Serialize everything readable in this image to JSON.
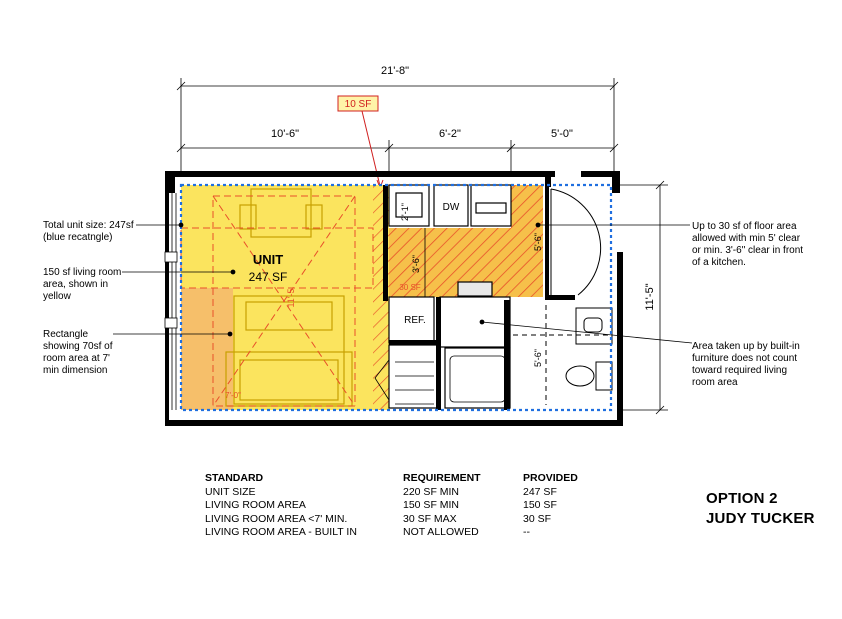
{
  "dimensions": {
    "overall": "21'-8\"",
    "living_width": "10'-6\"",
    "kitchen_width": "6'-2\"",
    "bath_width": "5'-0\"",
    "unit_depth": "11'-5\"",
    "living_depth": "11'-5",
    "kitchen_depth": "3'-6\"",
    "counter_depth": "2'-1\"",
    "clear_a": "5'-6\"",
    "clear_b": "5'-6\"",
    "min_dim": "7'-0\""
  },
  "callout": {
    "ten_sf": "10 SF"
  },
  "unit_label": {
    "name": "UNIT",
    "area": "247 SF"
  },
  "kitchen_labels": {
    "dw": "DW",
    "ref": "REF.",
    "area": "30 SF"
  },
  "notes": {
    "total_unit": "Total unit size: 247sf\n(blue recatngle)",
    "living_room": "150 sf living room\narea, shown in\nyellow",
    "rectangle": "Rectangle\nshowing 70sf  of\nroom area at 7'\nmin dimension",
    "kitchen_allow": "Up to 30 sf of floor area\nallowed with min 5' clear\nor min. 3'-6\" clear in front\nof a kitchen.",
    "built_in": "Area taken up by built-in\nfurniture does not count\ntoward required living\nroom area"
  },
  "table": {
    "headers": [
      "STANDARD",
      "REQUIREMENT",
      "PROVIDED"
    ],
    "rows": [
      [
        "UNIT SIZE",
        "220 SF MIN",
        "247 SF"
      ],
      [
        "LIVING ROOM AREA",
        "150 SF MIN",
        "150 SF"
      ],
      [
        "LIVING ROOM AREA <7' MIN.",
        "30 SF MAX",
        "30 SF"
      ],
      [
        "LIVING ROOM AREA - BUILT IN",
        "NOT ALLOWED",
        "--"
      ]
    ]
  },
  "option": {
    "line1": "OPTION 2",
    "line2": "JUDY TUCKER"
  },
  "colors": {
    "yellow": "#fbe45e",
    "orange": "#f6bf6a",
    "hatch": "#e8502a",
    "blue": "#1f6fe0",
    "callout_red": "#d02020",
    "callout_fill": "#fff3a8"
  }
}
